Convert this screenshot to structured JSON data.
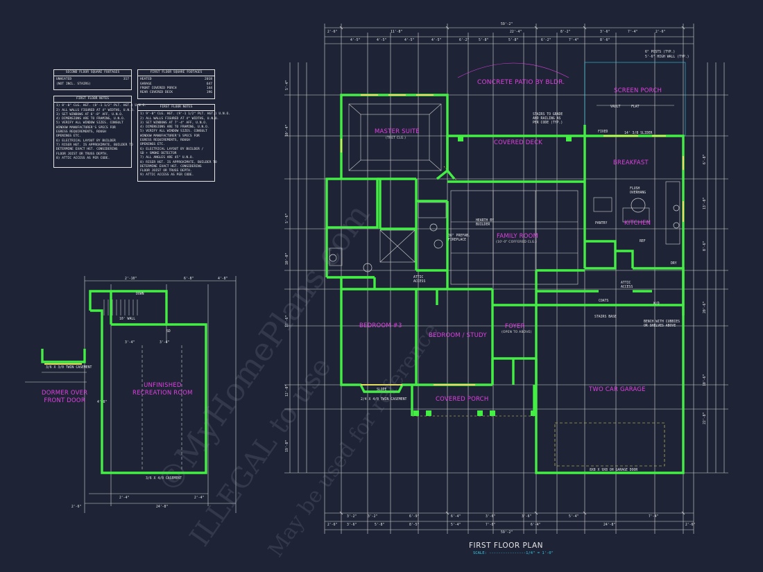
{
  "tables": {
    "second_sqft": {
      "title": "SECOND FLOOR SQUARE FOOTAGES",
      "rows": [
        {
          "label": "UNHEATED",
          "value": "317"
        },
        {
          "label": "(NOT INCL. STAIRS)",
          "value": ""
        }
      ]
    },
    "first_sqft": {
      "title": "FIRST FLOOR SQUARE FOOTAGES",
      "rows": [
        {
          "label": "HEATED",
          "value": "2018"
        },
        {
          "label": "GARAGE",
          "value": "647"
        },
        {
          "label": "FRONT COVERED PORCH",
          "value": "144"
        },
        {
          "label": "REAR COVERED DECK",
          "value": "196"
        }
      ]
    },
    "notes_left": {
      "title": "FIRST FLOOR NOTES",
      "lines": [
        "1) 8'-0\" CLG. HGT. (8'-1 1/2\" PLT. HGT.) U.N.O.",
        "2) ALL WALLS FIGURED AT 4\" WIDTHS, U.N.O.",
        "3) SET WINDOWS AT 6'-8\" AFF, U.N.O.",
        "4) DIMENSIONS ARE TO FRAMING, U.N.O.",
        "5) VERIFY ALL WINDOW SIZES. CONSULT",
        "   WINDOW MANUFACTURER'S SPECS FOR",
        "   EGRESS REQUIREMENTS, ROUGH",
        "   OPENINGS ETC.",
        "6) ELECTRICAL LAYOUT BY BUILDER",
        "7) RISER HGT. IS APPROXIMATE, BUILDER TO",
        "   DETERMINE EXACT HGT. CONSIDERING",
        "   FLOOR JOIST OR TRUSS DEPTH.",
        "8) ATTIC ACCESS AS PER CODE."
      ]
    },
    "notes_right": {
      "title": "FIRST FLOOR NOTES",
      "lines": [
        "1) 9'-0\" CLG. HGT. (9'-1 1/2\" PLT. HGT.) U.N.O.",
        "2) ALL WALLS FIGURED AT 4\" WIDTHS, U.N.O.",
        "3) SET WINDOWS AT 7'-4\" AFF, U.N.O.",
        "4) DIMENSIONS ARE TO FRAMING, U.N.O.",
        "5) VERIFY ALL WINDOW SIZES. CONSULT",
        "   WINDOW MANUFACTURER'S SPECS FOR",
        "   EGRESS REQUIREMENTS, ROUGH",
        "   OPENINGS ETC.",
        "6) ELECTRICAL LAYOUT BY BUILDER /",
        "   SD + SMOKE DETECTOR",
        "7) ALL ANGLES ARE 45\" U.N.O.",
        "8) RISER HGT. IS APPROXIMATE, BUILDER TO",
        "   DETERMINE EXACT HGT. CONSIDERING",
        "   FLOOR JOIST OR TRUSS DEPTH.",
        "9) ATTIC ACCESS AS PER CODE."
      ]
    }
  },
  "rooms": {
    "concrete_patio": "CONCRETE PATIO BY BLDR.",
    "screen_porch": "SCREEN PORCH",
    "master_suite": "MASTER SUITE",
    "master_clg": "(TRET CLG.)",
    "covered_deck": "COVERED DECK",
    "breakfast": "BREAKFAST",
    "kitchen": "KITCHEN",
    "family_room": "FAMILY ROOM",
    "family_clg": "(10'-0\" COFFERED CLG.)",
    "bedroom3": "BEDROOM #3",
    "bedroom_study": "BEDROOM / STUDY",
    "foyer": "FOYER",
    "foyer_note": "(OPEN TO ABOVE)",
    "covered_porch": "COVERED PORCH",
    "two_car_garage": "TWO CAR GARAGE",
    "unfinished_rec": "UNFINISHED\nRECREATION ROOM",
    "dormer": "DORMER OVER\nFRONT DOOR"
  },
  "labels": {
    "overall_top": "59'-2\"",
    "overall_bottom": "59'-2\"",
    "garage_door": "8X8 X 9X8 OH GARAGE DOOR",
    "pantry": "PANTRY",
    "coats": "COATS",
    "wd": "W/D",
    "dry": "DRY",
    "ref": "REF",
    "attic_access_1": "ATTIC ACCESS",
    "attic_access_2": "ATTIC ACCESS",
    "stairs_note": "STAIRS TO GRADE AND RAILING AS PER CODE (TYP.)",
    "stairs_base": "STAIRS BASE",
    "bench": "BENCH WITH CUBBIES OR SHELVES ABOVE",
    "hearth": "HEARTH BY BUILDER",
    "gas_fp": "36\" PREFAB. FIREPLACE",
    "flush_overhang": "FLUSH OVERHANG",
    "slope": "SLOPE",
    "fixed": "FIXED",
    "posts_note": "6\" POSTS (TYP.)",
    "knee_wall": "5'-6\" HIGH WALL (TYP.)",
    "vault": "VAULT",
    "flat": "FLAT",
    "casement_rec": "3/6 X 4/0 CASEMENT",
    "casement_dormer": "3/6 X 3/0 TWIN CASEMENT",
    "casement_bed3": "2/4 X 4/0 TWIN CASEMENT",
    "wall_note": "10' WALL",
    "down": "DOWN",
    "sd": "SD",
    "sliders": "14' 3/8 SLIDER"
  },
  "dims": {
    "top1": [
      "2'-6\"",
      "11'-8\"",
      "22'-4\"",
      "8'-2\"",
      "3'-6\"",
      "7'-4\"",
      "2'-6\""
    ],
    "top2": [
      "4'-5\"",
      "4'-5\"",
      "4'-5\"",
      "4'-5\"",
      "6'-2\"",
      "5'-8\"",
      "5'-8\"",
      "6'-2\"",
      "7'-4\"",
      "8'-6\""
    ],
    "bottom1": [
      "3'-2\"",
      "3'-2\"",
      "6'-9\"",
      "6'-4\"",
      "3'-6\"",
      "3'-6\"",
      "5'-4\"",
      "7'-4\""
    ],
    "bottom2": [
      "2'-6\"",
      "3'-6\"",
      "5'-8\"",
      "8'-5\"",
      "5'-4\"",
      "7'-8\"",
      "6'-4\"",
      "24'-8\"",
      "2'-6\""
    ],
    "left": [
      "5'-4\"",
      "10'-4\"",
      "5'-6\"",
      "10'-0\"",
      "17'-6\"",
      "12'-0\"",
      "19'-8\""
    ],
    "right": [
      "6'-8\"",
      "13'-0\"",
      "8'-6\"",
      "20'-6\"",
      "10'-6\"",
      "22'-8\""
    ],
    "second_top": [
      "2'-10\"",
      "6'-8\"",
      "4'-8\""
    ],
    "second_bottom": [
      "2'-4\"",
      "2'-4\"",
      "24'-8\"",
      "2'-6\""
    ],
    "second_mid": [
      "4'-8\"",
      "3'-4\"",
      "3'-4\""
    ]
  },
  "watermark": {
    "line1": "©MyHomePlans.com",
    "line2": "ILLEGAL to use",
    "line3": "May be used for reference"
  },
  "title": {
    "main": "FIRST FLOOR PLAN",
    "scale": "SCALE: ----------------1/4\" = 1'-0\""
  },
  "colors": {
    "background": "#1e2436",
    "walls": "#44ee44",
    "room_text": "#e040e0",
    "lines": "#dedede",
    "dims_yellow": "#e6e060",
    "accent_cyan": "#33c8e6"
  }
}
